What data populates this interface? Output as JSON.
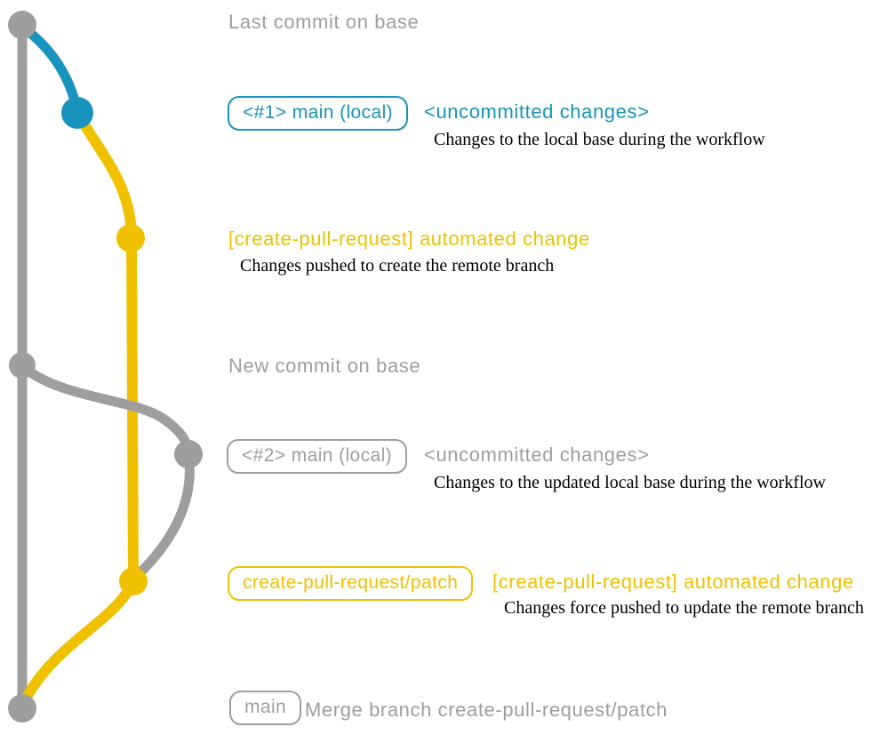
{
  "colors": {
    "gray": "#9e9e9e",
    "blue": "#1793be",
    "yellow": "#efc100",
    "black": "#000000"
  },
  "diagram": {
    "labels": {
      "last_commit": "Last commit on base",
      "new_commit": "New commit on base"
    },
    "row1": {
      "branch": "<#1> main (local)",
      "status": "<uncommitted changes>",
      "note": "Changes to the local base during the workflow"
    },
    "row2": {
      "message": "[create-pull-request] automated change",
      "note": "Changes pushed to create the remote branch"
    },
    "row3": {
      "branch": "<#2> main (local)",
      "status": "<uncommitted changes>",
      "note": "Changes to the updated local base during the workflow"
    },
    "row4": {
      "branch": "create-pull-request/patch",
      "message": "[create-pull-request] automated change",
      "note": "Changes force pushed to update the remote branch"
    },
    "row5": {
      "branch": "main",
      "message": "Merge branch create-pull-request/patch"
    }
  },
  "graph": {
    "commits": [
      {
        "id": "base-1",
        "color": "gray",
        "annotation": "Last commit on base"
      },
      {
        "id": "local-1",
        "color": "blue",
        "annotation": "<#1> main (local) <uncommitted changes>"
      },
      {
        "id": "patch-1",
        "color": "yellow",
        "annotation": "[create-pull-request] automated change"
      },
      {
        "id": "base-2",
        "color": "gray",
        "annotation": "New commit on base"
      },
      {
        "id": "local-2",
        "color": "gray",
        "annotation": "<#2> main (local) <uncommitted changes>"
      },
      {
        "id": "patch-2",
        "color": "yellow",
        "annotation": "create-pull-request/patch — [create-pull-request] automated change"
      },
      {
        "id": "merge",
        "color": "gray",
        "annotation": "main — Merge branch create-pull-request/patch"
      }
    ]
  }
}
